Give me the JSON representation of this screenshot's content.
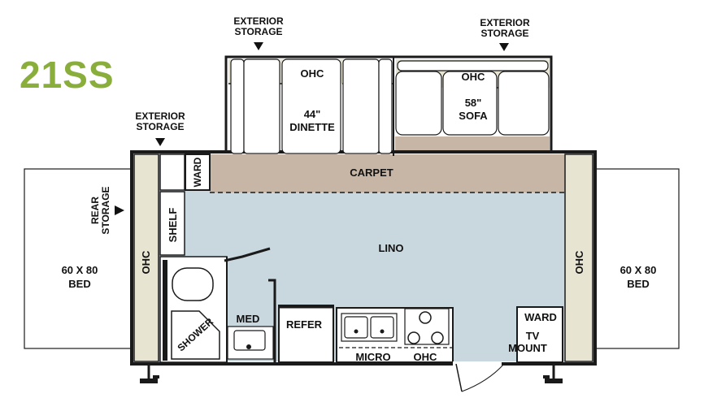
{
  "model": "21SS",
  "colors": {
    "model": "#8aae3c",
    "lino": "#c9d7df",
    "carpet": "#c7b6a6",
    "cabinet": "#e7e4d2",
    "wall": "#1a1a1a"
  },
  "labels": {
    "ext_storage_left": [
      "EXTERIOR",
      "STORAGE"
    ],
    "ext_storage_top_left": [
      "EXTERIOR",
      "STORAGE"
    ],
    "ext_storage_top_right": [
      "EXTERIOR",
      "STORAGE"
    ],
    "rear_storage": [
      "REAR",
      "STORAGE"
    ],
    "ohc_dinette": "OHC",
    "dinette": [
      "44\"",
      "DINETTE"
    ],
    "ohc_sofa": "OHC",
    "sofa": [
      "58\"",
      "SOFA"
    ],
    "ward_left": "WARD",
    "carpet": "CARPET",
    "shelf": "SHELF",
    "lino": "LINO",
    "ohc_left": "OHC",
    "ohc_right": "OHC",
    "bed_left": [
      "60 X 80",
      "BED"
    ],
    "bed_right": [
      "60 X 80",
      "BED"
    ],
    "shower": "SHOWER",
    "med": "MED",
    "refer": "REFER",
    "micro": "MICRO",
    "ohc_kitchen": "OHC",
    "ward_right": "WARD",
    "tv_mount": [
      "TV",
      "MOUNT"
    ]
  }
}
